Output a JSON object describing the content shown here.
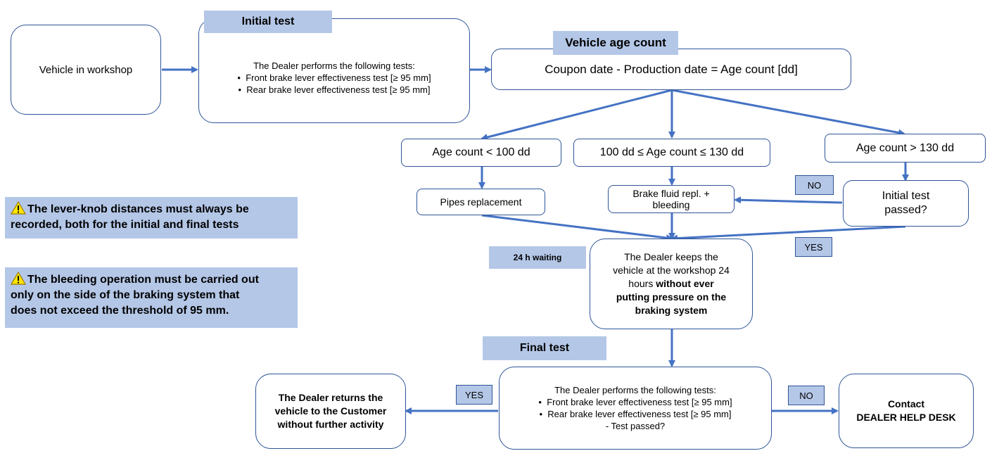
{
  "start": {
    "text": "Vehicle in workshop"
  },
  "initial_test": {
    "title": "Initial test",
    "intro": "The Dealer performs the following tests:",
    "items": [
      "Front brake lever effectiveness test [≥ 95 mm]",
      "Rear brake lever effectiveness test [≥ 95 mm]"
    ]
  },
  "age_count": {
    "title": "Vehicle age count",
    "formula": "Coupon date  - Production date = Age count [dd]"
  },
  "branches": {
    "lt100": "Age count < 100 dd",
    "mid": "100 dd ≤ Age count ≤ 130 dd",
    "gt130": "Age count > 130 dd"
  },
  "pipes": "Pipes replacement",
  "brake_fluid": [
    "Brake fluid repl. +",
    "bleeding"
  ],
  "initial_passed": [
    "Initial test",
    "passed?"
  ],
  "tags": {
    "no": "NO",
    "yes": "YES"
  },
  "waiting": {
    "label": "24 h waiting",
    "lines": [
      "The Dealer keeps the",
      "vehicle at the workshop 24",
      "hours"
    ],
    "bold_lines": [
      "without ever",
      "putting pressure on the",
      "braking system"
    ]
  },
  "final_test": {
    "title": "Final test",
    "intro": "The Dealer performs the following tests:",
    "items": [
      "Front brake lever effectiveness test [≥ 95 mm]",
      "Rear brake lever effectiveness test [≥ 95 mm]"
    ],
    "question": "-   Test passed?"
  },
  "return": [
    "The Dealer returns the",
    "vehicle to the Customer",
    "without further activity"
  ],
  "contact": [
    "Contact",
    "DEALER HELP DESK"
  ],
  "notes": {
    "lever": [
      "The lever-knob distances must always be",
      "recorded, both for the initial and final tests"
    ],
    "bleeding": [
      "The bleeding operation must be carried out",
      "only on the side of the braking system that",
      "does not exceed the threshold of 95 mm."
    ]
  },
  "colors": {
    "border": "#2F5597",
    "arrow": "#4472C4",
    "label_fill": "#B4C7E7",
    "warning": "#FFE600"
  }
}
